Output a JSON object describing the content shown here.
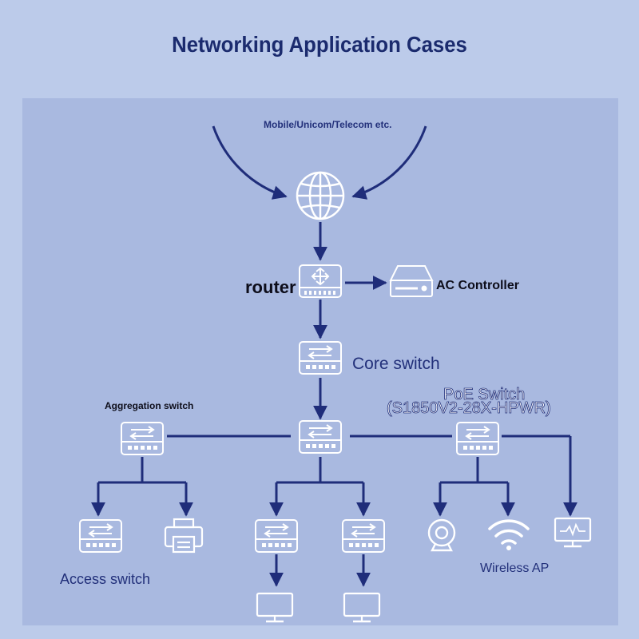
{
  "title": "Networking Application Cases",
  "labels": {
    "isp": "Mobile/Unicom/Telecom etc.",
    "router": "router",
    "ac_controller": "AC Controller",
    "core_switch": "Core switch",
    "aggregation_switch": "Aggregation switch",
    "poe_switch": "PoE Switch",
    "poe_model": "(S1850V2-28X-HPWR)",
    "access_switch": "Access switch",
    "wireless_ap": "Wireless AP"
  },
  "colors": {
    "background": "#bccbea",
    "panel": "#a9b9e0",
    "line": "#1f2d7a",
    "title": "#1b2b6e",
    "icon": "#ffffff"
  },
  "icons": [
    "globe-icon",
    "router-icon",
    "ac-controller-icon",
    "switch-icon",
    "printer-icon",
    "monitor-icon",
    "camera-icon",
    "wifi-icon",
    "monitor-chart-icon"
  ]
}
